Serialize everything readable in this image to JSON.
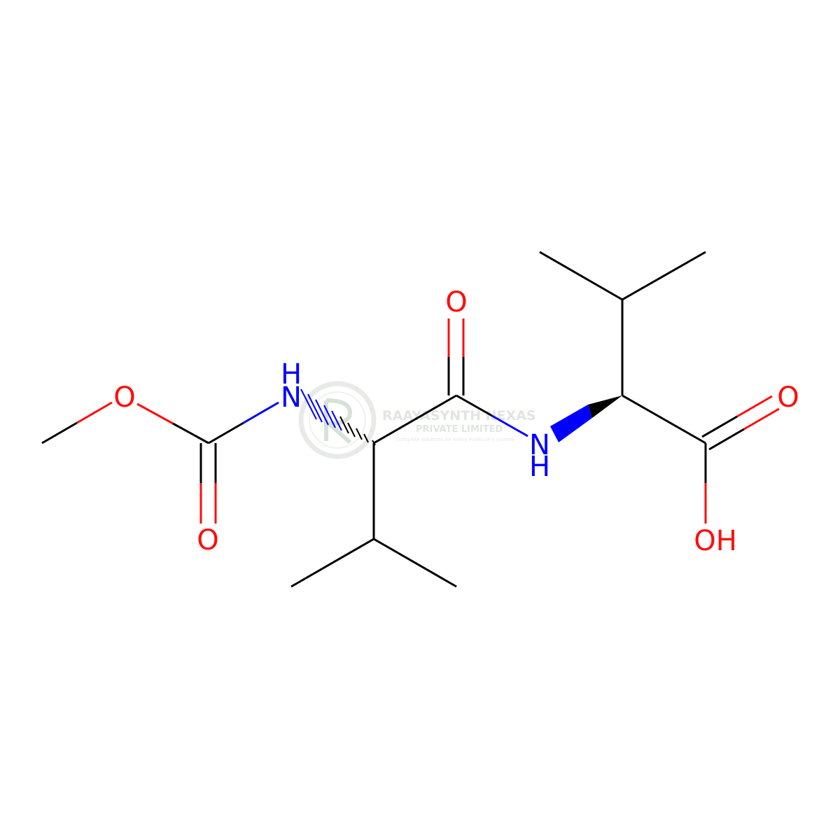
{
  "colors": {
    "bond": "#000000",
    "oxygen": "#ff0d0d",
    "nitrogen": "#0000ff",
    "watermark": "#c8d2c8"
  },
  "atoms": {
    "o_ester": "O",
    "nh_left_h": "H",
    "nh_left_n": "N",
    "o_carbamate": "O",
    "o_amide": "O",
    "nh_right_n": "N",
    "nh_right_h": "H",
    "o_acid_dbl": "O",
    "oh_acid": "OH"
  },
  "watermark": {
    "line1": "RAAYASYNTH NEXAS",
    "line2": "PRIVATE LIMITED",
    "line3": "Complete solutions for every molecule's journey"
  }
}
